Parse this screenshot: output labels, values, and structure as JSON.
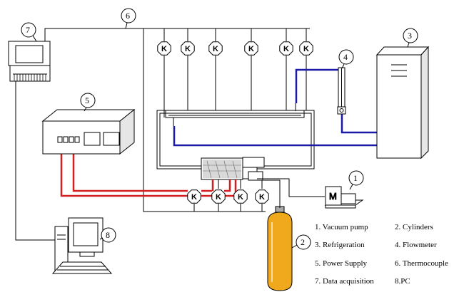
{
  "k_label": "K",
  "motor_label": "M",
  "callouts": [
    "1",
    "2",
    "3",
    "4",
    "5",
    "6",
    "7",
    "8"
  ],
  "legend": [
    "1. Vacuum pump",
    "2. Cylinders",
    "3. Refrigeration",
    "4. Flowmeter",
    "5. Power Supply",
    "6. Thermocouple",
    "7. Data acquisition",
    "8.PC"
  ],
  "colors": {
    "blue_line": "#1a1aa6",
    "red_line": "#d21f1f",
    "cylinder": "#f0a81c",
    "line": "#000000"
  },
  "icons": {
    "thermocouple_gauge": "octagon-k-icon",
    "vacuum_pump": "motor-box-icon",
    "cylinder": "gas-cylinder-icon",
    "computer": "desktop-pc-icon"
  }
}
